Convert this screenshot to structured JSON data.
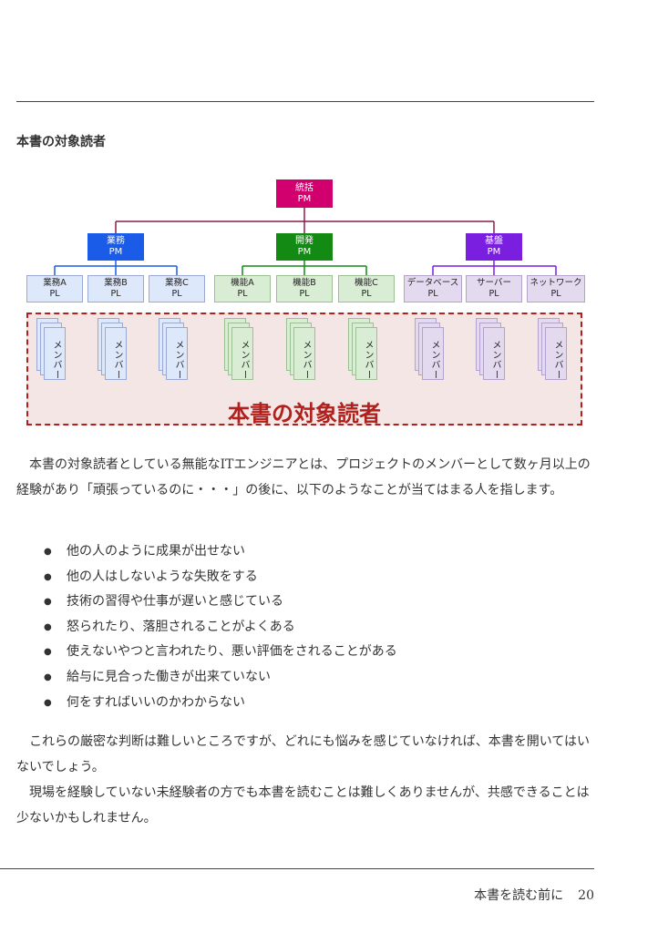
{
  "section_title": "本書の対象読者",
  "diagram": {
    "top": {
      "name": "統括",
      "role": "PM",
      "color": "#d2006f"
    },
    "groups": [
      {
        "name": "業務",
        "role": "PM",
        "color": "#1a5be8",
        "pl_fill": "#dde8fa",
        "pl_border": "#9aa8d4",
        "pls": [
          {
            "name": "業務A",
            "role": "PL"
          },
          {
            "name": "業務B",
            "role": "PL"
          },
          {
            "name": "業務C",
            "role": "PL"
          }
        ]
      },
      {
        "name": "開発",
        "role": "PM",
        "color": "#138a13",
        "pl_fill": "#d9ecd4",
        "pl_border": "#9cbf94",
        "pls": [
          {
            "name": "機能A",
            "role": "PL"
          },
          {
            "name": "機能B",
            "role": "PL"
          },
          {
            "name": "機能C",
            "role": "PL"
          }
        ]
      },
      {
        "name": "基盤",
        "role": "PM",
        "color": "#7a1fe0",
        "pl_fill": "#e4daf0",
        "pl_border": "#b3a3cc",
        "pls": [
          {
            "name": "データベース",
            "role": "PL"
          },
          {
            "name": "サーバー",
            "role": "PL"
          },
          {
            "name": "ネットワーク",
            "role": "PL"
          }
        ]
      }
    ],
    "member_label": "メンバー",
    "audience_label": "本書の対象読者"
  },
  "intro_paragraph": "本書の対象読者としている無能なITエンジニアとは、プロジェクトのメンバーとして数ヶ月以上の経験があり「頑張っているのに・・・」の後に、以下のようなことが当てはまる人を指します。",
  "bullets": [
    "他の人のように成果が出せない",
    "他の人はしないような失敗をする",
    "技術の習得や仕事が遅いと感じている",
    "怒られたり、落胆されることがよくある",
    "使えないやつと言われたり、悪い評価をされることがある",
    "給与に見合った働きが出来ていない",
    "何をすればいいのかわからない"
  ],
  "closing_paragraphs": [
    "これらの厳密な判断は難しいところですが、どれにも悩みを感じていなければ、本書を開いてはいないでしょう。",
    "現場を経験していない未経験者の方でも本書を読むことは難しくありませんが、共感できることは少ないかもしれません。"
  ],
  "footer": {
    "chapter": "本書を読む前に",
    "page": "20"
  }
}
